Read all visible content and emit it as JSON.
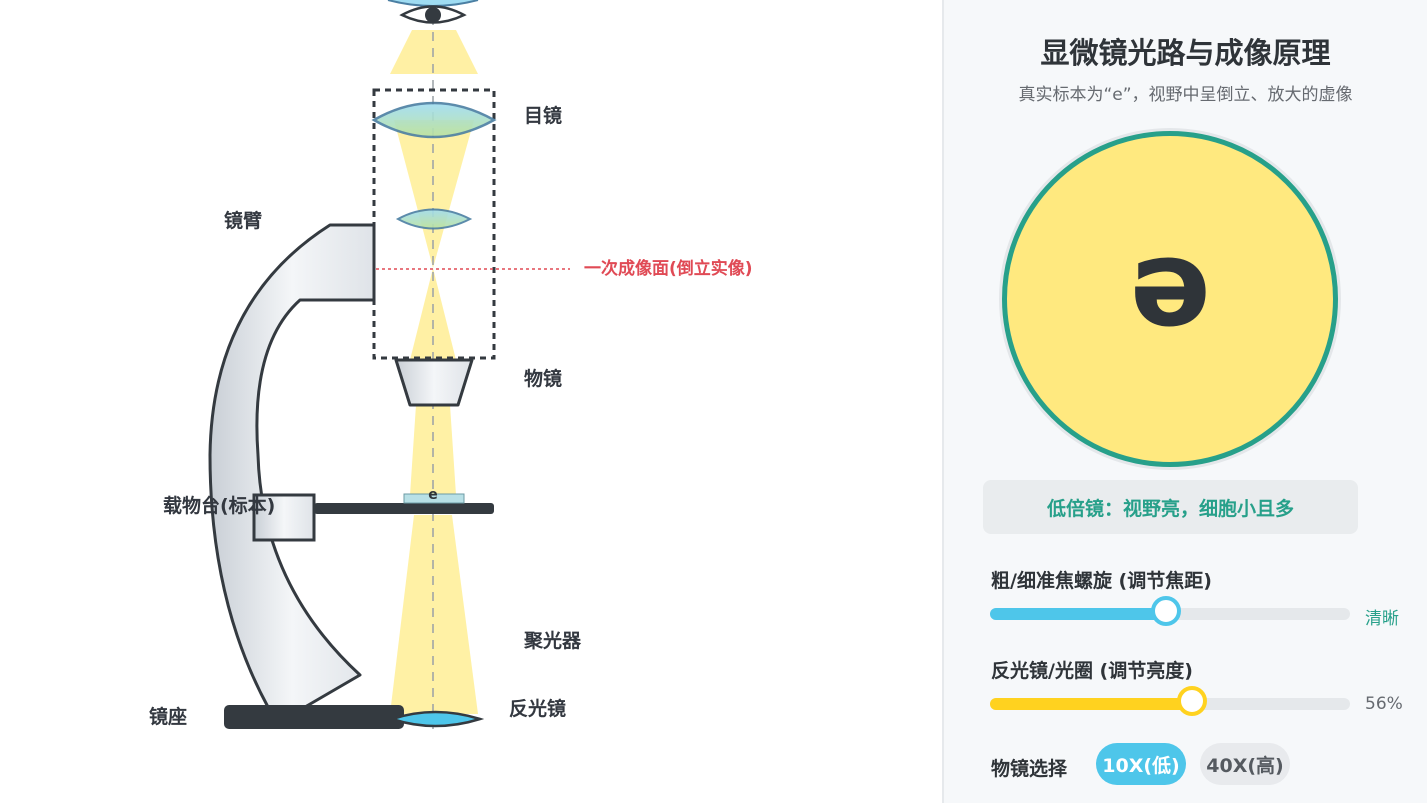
{
  "diagram": {
    "labels": {
      "eyepiece": "目镜",
      "arm": "镜臂",
      "primary_image_plane": "一次成像面(倒立实像)",
      "objective": "物镜",
      "stage": "载物台(标本)",
      "condenser": "聚光器",
      "mirror": "反光镜",
      "base": "镜座"
    },
    "specimen_letter": "e"
  },
  "panel": {
    "title": "显微镜光路与成像原理",
    "subtitle": "真实标本为“e”，视野中呈倒立、放大的虚像",
    "view_letter": "e",
    "status": "低倍镜：视野亮，细胞小且多",
    "focus": {
      "label": "粗/细准焦螺旋 (调节焦距)",
      "value": 0.49,
      "value_text": "清晰"
    },
    "brightness": {
      "label": "反光镜/光圈 (调节亮度)",
      "value": 0.56,
      "value_text": "56%"
    },
    "objective_select": {
      "label": "物镜选择",
      "options": [
        "10X(低)",
        "40X(高)"
      ],
      "selected": "10X(低)"
    }
  },
  "colors": {
    "accent_teal": "#27a08a",
    "focus_blue": "#4ec6ea",
    "brightness_yellow": "#ffd21f",
    "light_beam": "#fff0a0",
    "label_red": "#e04a55",
    "dark_metal": "#343a40"
  }
}
